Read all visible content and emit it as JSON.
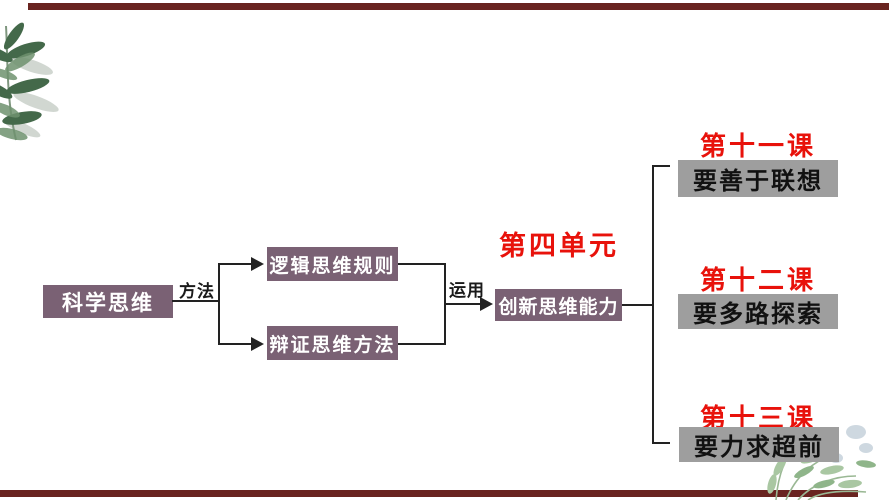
{
  "design": {
    "bar_color": "#692420",
    "purple_box_color": "#7a6174",
    "gray_box_color": "#9e9e9e",
    "red_text_color": "#e8120b",
    "line_color": "#222222"
  },
  "diagram": {
    "root_label": "科学思维",
    "method_label": "方法",
    "branches": [
      {
        "label": "逻辑思维规则"
      },
      {
        "label": "辩证思维方法"
      }
    ],
    "apply_label": "运用",
    "unit_label": "第四单元",
    "result_label": "创新思维能力",
    "courses": [
      {
        "title": "第十一课",
        "point": "要善于联想"
      },
      {
        "title": "第十二课",
        "point": "要多路探索"
      },
      {
        "title": "第十三课",
        "point": "要力求超前"
      }
    ]
  },
  "decorations": {
    "top_left": "olive-branch-watercolor",
    "bottom_right": "flower-sprig-watercolor"
  }
}
